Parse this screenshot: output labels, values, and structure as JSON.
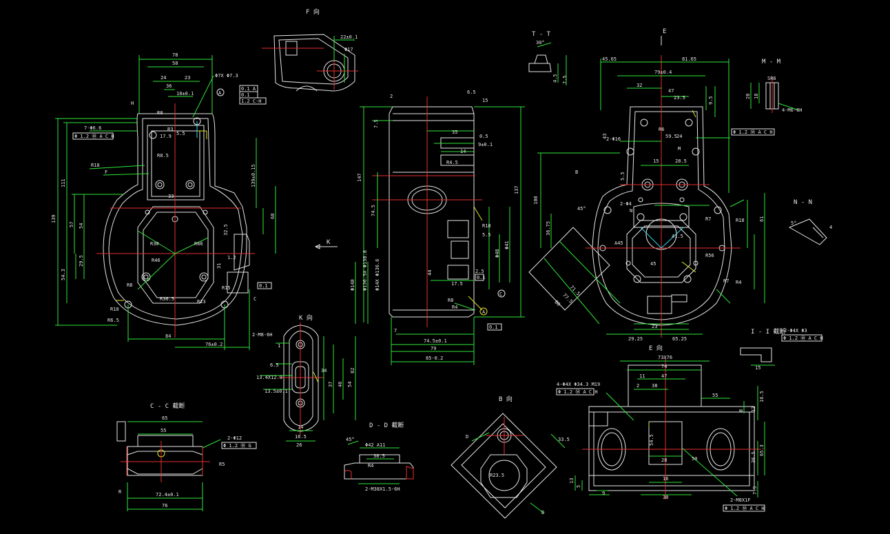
{
  "views": {
    "f_view": "F 向",
    "tt_view": "T - T",
    "mm_view": "M - M",
    "nn_view": "N - N",
    "e_top": "E",
    "e_view": "E 向",
    "k_view": "K 向",
    "cc_view": "C - C 截断",
    "dd_view": "D - D 截断",
    "b_view": "B 向",
    "ii_view": "I - I 截断",
    "k_arrow": "K"
  },
  "labels": {
    "front": {
      "d78": "78",
      "d58": "58",
      "d24": "24",
      "d23": "23",
      "d36": "36",
      "d18": "18±0.1",
      "hole1": "7-Φ6.6",
      "hole2": "Φ7X Φ7.3",
      "r18": "R18",
      "f": "F",
      "r8": "R8",
      "r3": "R3",
      "d17_9": "17.9",
      "d5_5": "5.5",
      "r8_5": "R8.5",
      "r30": "R30",
      "r66": "R66",
      "r46": "R46",
      "r8b": "R8",
      "r10": "R10",
      "r6_5": "R6.5",
      "r36_5": "R36.5",
      "r23": "R23",
      "d84": "84",
      "d76": "76±0.2",
      "h139": "139",
      "h111": "111",
      "h57": "57",
      "h54": "54",
      "h29_5": "29.5",
      "h54_3": "54.3",
      "h139_15": "139±0.15",
      "h68": "68",
      "d33": "33",
      "d32_5": "32.5",
      "d31": "31",
      "d1_2": "1.2",
      "r15": "R15",
      "a": "A",
      "c": "C",
      "h": "H"
    },
    "fview": {
      "d22": "22±0.1",
      "phi17": "Φ17"
    },
    "side": {
      "d2": "2",
      "d6_5": "6.5",
      "d15": "15",
      "d7_5": "7.5",
      "d35": "35",
      "d0_5": "0.5",
      "d9": "9±0.1",
      "d14": "14",
      "r4_5": "R4.5",
      "d147": "147",
      "d137": "137",
      "d74_5": "74.5",
      "d44": "44",
      "d17_5": "17.5",
      "r8": "R8",
      "r4": "R4",
      "d74_5b": "74.5±0.1",
      "d79": "79",
      "d85": "85-0.2",
      "d7": "7",
      "phi148": "Φ148",
      "phi138": "Φ136.5X Φ138.8",
      "phi141": "Φ14X Φ136.6",
      "phi41": "Φ41",
      "phi48": "Φ48",
      "r18": "R18",
      "d5_5": "5.5",
      "d2_5": "2.5",
      "c": "C",
      "a": "A"
    },
    "tt": {
      "d30": "30°",
      "d4_5": "4.5",
      "d7_5": "7.5"
    },
    "right": {
      "d45_65": "45.65",
      "d81_65": "81.65",
      "d79": "79±0.4",
      "d32": "32",
      "d23_5": "23.5",
      "d9_5": "9.5",
      "d47": "47",
      "r6": "R6",
      "d59_5": "59.5",
      "d24": "24",
      "d43": "43",
      "d15": "15",
      "d28_5": "28.5",
      "d5_5": "5.5",
      "d45": "45",
      "d41_5": "41.5",
      "d71_5": "71.5",
      "d77_5": "77.5",
      "d80": "80",
      "r7": "R7",
      "r18": "R18",
      "r56": "R56",
      "r7b": "R7",
      "r4": "R4",
      "a45": "A45",
      "d45deg": "45°",
      "d108": "108",
      "d36_75": "36.75",
      "d61": "61",
      "d29_25": "29.25",
      "d65_25": "65.25",
      "d23": "23",
      "b": "B",
      "n": "N",
      "m": "M",
      "holes2": "2-Φ16",
      "holes4": "2-Φ4"
    },
    "mm": {
      "sr6": "SR6",
      "d28": "28",
      "d18": "18",
      "thread": "4-M6-6H"
    },
    "k": {
      "thread": "2-M8-6H",
      "d1": "1",
      "d6_5": "6.5",
      "d13_4": "13.4X12.9",
      "d13_5": "13.5±0.1",
      "d37": "37",
      "d46": "46",
      "d54": "54",
      "d82": "82",
      "d14": "14",
      "d16_5": "16.5",
      "d26": "26",
      "d34": "34"
    },
    "e": {
      "d73": "73X76",
      "d74": "74",
      "d11": "11",
      "d47": "47",
      "d2": "2",
      "d38": "38",
      "d55": "55",
      "d16_5": "16.5",
      "d8": "8",
      "d12": "12",
      "d54_5": "54.5",
      "d28": "28",
      "d16": "16",
      "d36_5": "36.5",
      "d50": "50",
      "d65_3": "65.3",
      "d9": "9",
      "d30": "30",
      "d7_5": "7.5",
      "d13": "13",
      "d5": "5",
      "thread": "2-M8X1F",
      "holes": "4-Φ4X Φ34.3 M19"
    },
    "cc": {
      "d65": "65",
      "d55": "55",
      "d72": "72.4±0.1",
      "d76": "76",
      "holes": "2-Φ12",
      "r5": "R5",
      "r": "R"
    },
    "dd": {
      "d42": "Φ42 A11",
      "d38_5": "38.5",
      "thread": "2-M38X1.5-6H",
      "d45": "45°",
      "r": "R4"
    },
    "b": {
      "d33_5": "33.5",
      "r23_5": "R23.5",
      "d": "D"
    },
    "ii": {
      "holes": "2-Φ4X Φ3",
      "d15": "15"
    },
    "nn": {
      "d5": "5°",
      "d4": "4"
    },
    "tol": {
      "front1": "Φ 1.2 Ⓜ A C H",
      "front2": "0.1 A",
      "front3": "0.1",
      "front4": "1.2 C-H",
      "right1": "Φ 1.2 Ⓜ A C H",
      "ii1": "Φ 1.2 Ⓜ A C H",
      "e1": "Φ 1.2 Ⓜ A C H",
      "e2": "Φ 1.2 Ⓜ A C H",
      "cc1": "Φ 1.2 Ⓜ G",
      "side1": "0.1",
      "side2": "0.1",
      "small": "0.1"
    }
  }
}
